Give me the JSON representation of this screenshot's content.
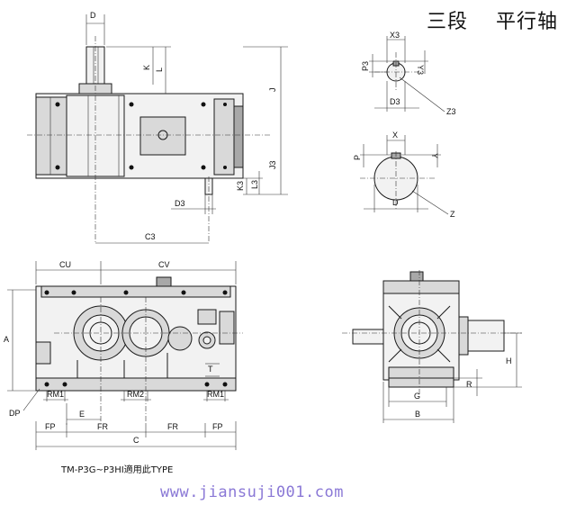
{
  "title": "三段　 平行轴",
  "caption": "TM-P3G~P3HI適用此TYPE",
  "watermark": "www.jiansuji001.com",
  "labels": {
    "D": "D",
    "K": "K",
    "L": "L",
    "J": "J",
    "J3": "J3",
    "K3": "K3",
    "L3": "L3",
    "D3": "D3",
    "C3": "C3",
    "X3": "X3",
    "Y3": "Y3",
    "P3": "P3",
    "D3s": "D3",
    "Z3": "Z3",
    "X": "X",
    "Y": "Y",
    "P": "P",
    "Ds": "D",
    "Z": "Z",
    "CU": "CU",
    "CV": "CV",
    "A": "A",
    "RM1a": "RM1",
    "RM2": "RM2",
    "RM1b": "RM1",
    "T": "T",
    "DP": "DP",
    "FPa": "FP",
    "E": "E",
    "FRa": "FR",
    "FRb": "FR",
    "FPb": "FP",
    "C": "C",
    "H": "H",
    "R": "R",
    "G": "G",
    "B": "B"
  }
}
